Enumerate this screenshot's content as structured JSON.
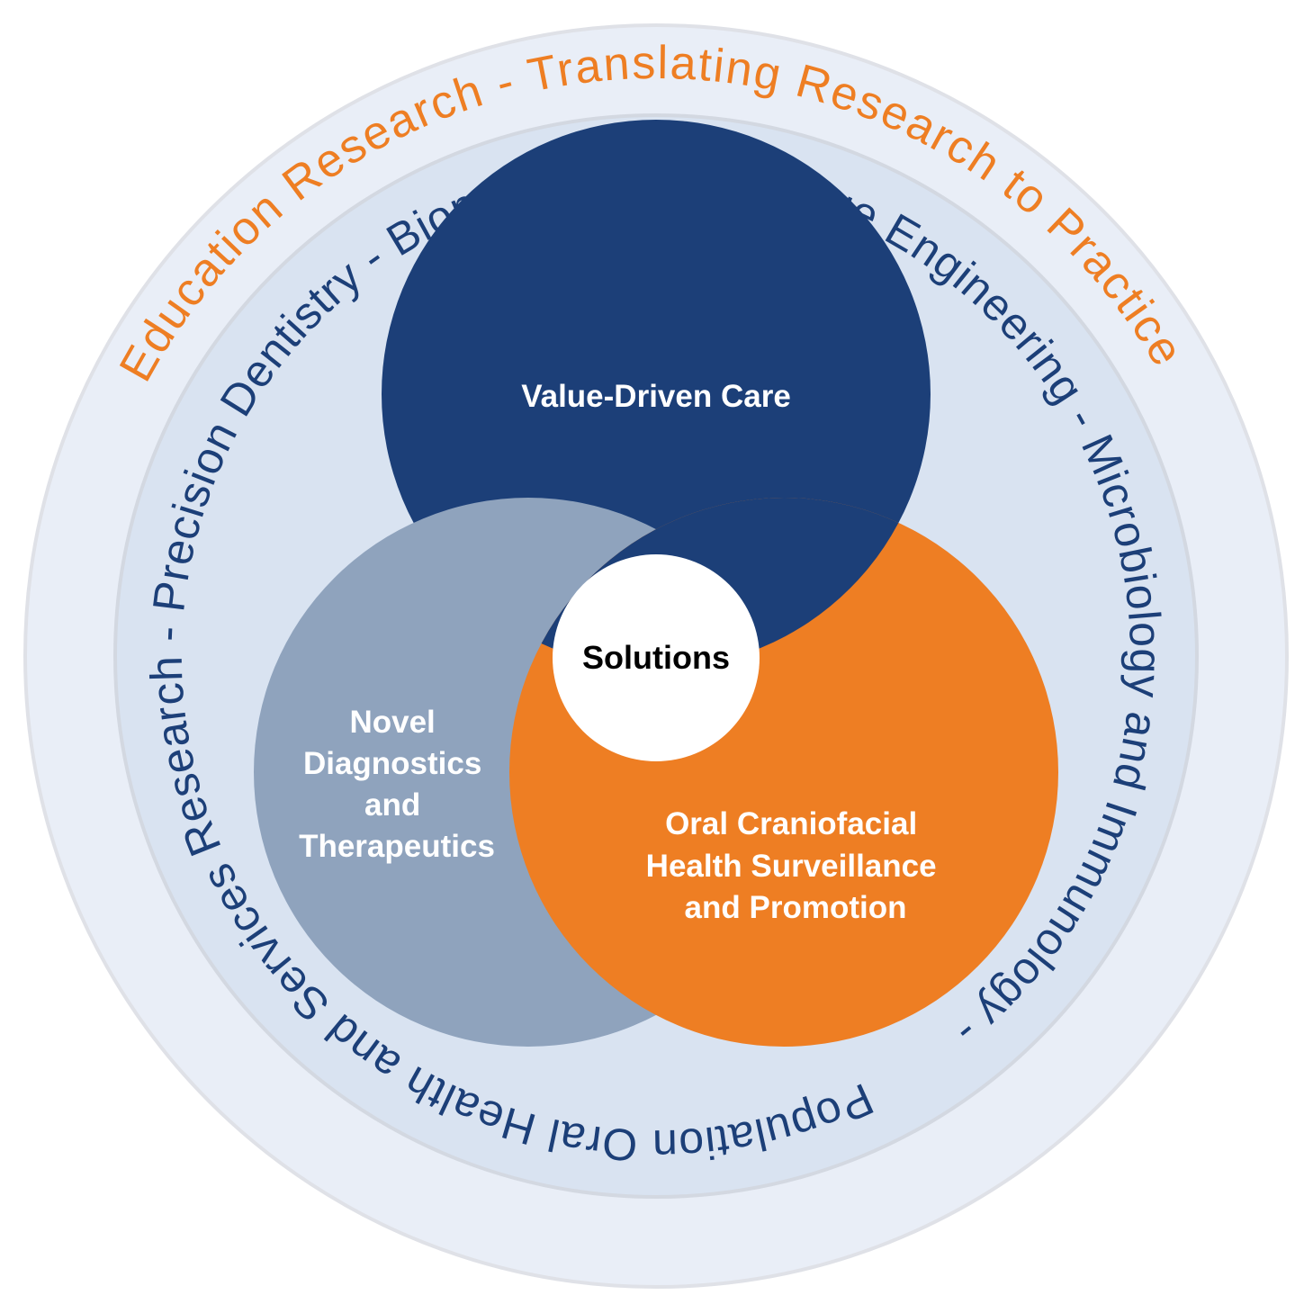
{
  "diagram": {
    "outer_ring": {
      "text": "Education Research - Translating Research to Practice",
      "text_color": "#ee7e23",
      "fill": "#e9eef7"
    },
    "inner_ring": {
      "text": "Population Oral Health and Services Research - Precision Dentistry -  Biomaterials and Tissue Engineering - Microbiology and Immunology - ",
      "text_color": "#1c3f78",
      "fill": "#d9e3f1"
    },
    "circles": [
      {
        "id": "value",
        "label_lines": [
          "Value-Driven Care"
        ],
        "color": "#1c3f78"
      },
      {
        "id": "novel",
        "label_lines": [
          "Novel",
          "Diagnostics",
          "and",
          "Therapeutics"
        ],
        "color": "#8fa3bd"
      },
      {
        "id": "oral",
        "label_lines": [
          "Oral Craniofacial",
          "Health Surveillance",
          "and Promotion"
        ],
        "color": "#ee7e23"
      }
    ],
    "center": {
      "label": "Solutions",
      "color": "#ffffff"
    }
  }
}
